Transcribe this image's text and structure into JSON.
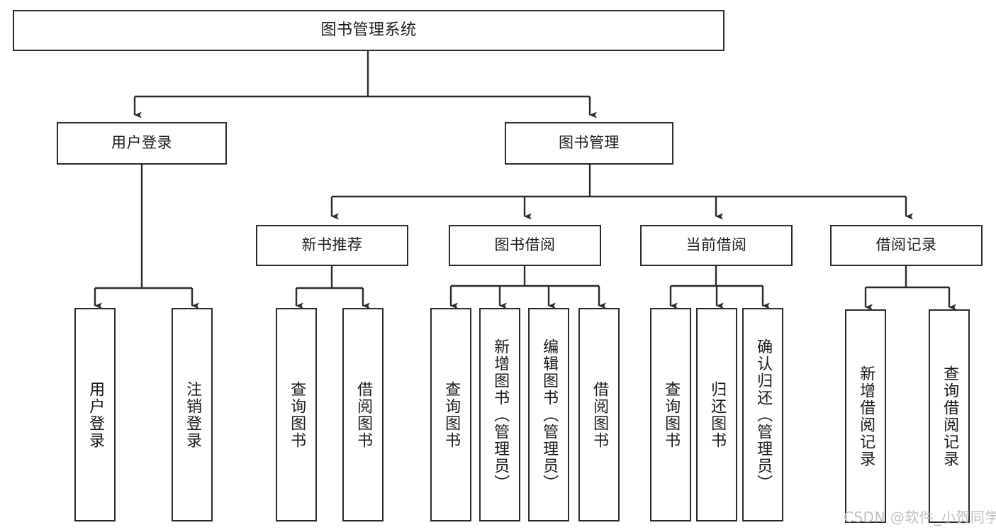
{
  "diagram": {
    "title": "图书管理系统",
    "type": "tree-hierarchy-diagram",
    "background_color": "#ffffff",
    "box_border_color": "#2b2b2b",
    "connector_color": "#2b2b2b",
    "text_color": "#1a1a1a"
  },
  "nodes": {
    "root": {
      "label": "图书管理系统",
      "level": 1
    },
    "level2": [
      {
        "id": "user-login",
        "label": "用户登录"
      },
      {
        "id": "book-management",
        "label": "图书管理"
      }
    ],
    "level3": [
      {
        "id": "new-book-recommend",
        "label": "新书推荐"
      },
      {
        "id": "book-borrow",
        "label": "图书借阅"
      },
      {
        "id": "current-borrow",
        "label": "当前借阅"
      },
      {
        "id": "borrow-record",
        "label": "借阅记录"
      }
    ],
    "leaves": {
      "user-login": [
        {
          "id": "leaf-user-login",
          "label": "用户登录"
        },
        {
          "id": "leaf-logout-login",
          "label": "注销登录"
        }
      ],
      "new-book-recommend": [
        {
          "id": "leaf-query-book-1",
          "label": "查询图书"
        },
        {
          "id": "leaf-borrow-book-1",
          "label": "借阅图书"
        }
      ],
      "book-borrow": [
        {
          "id": "leaf-query-book-2",
          "label": "查询图书"
        },
        {
          "id": "leaf-add-book",
          "label": "新增图书（管理员）"
        },
        {
          "id": "leaf-edit-book",
          "label": "编辑图书（管理员）"
        },
        {
          "id": "leaf-borrow-book-2",
          "label": "借阅图书"
        }
      ],
      "current-borrow": [
        {
          "id": "leaf-query-book-3",
          "label": "查询图书"
        },
        {
          "id": "leaf-return-book",
          "label": "归还图书"
        },
        {
          "id": "leaf-confirm-return",
          "label": "确认归还（管理员）"
        }
      ],
      "borrow-record": [
        {
          "id": "leaf-add-record",
          "label": "新增借阅记录"
        },
        {
          "id": "leaf-query-record",
          "label": "查询借阅记录"
        }
      ]
    }
  },
  "watermark": {
    "text": "CSDN @软件_小贺同学"
  }
}
